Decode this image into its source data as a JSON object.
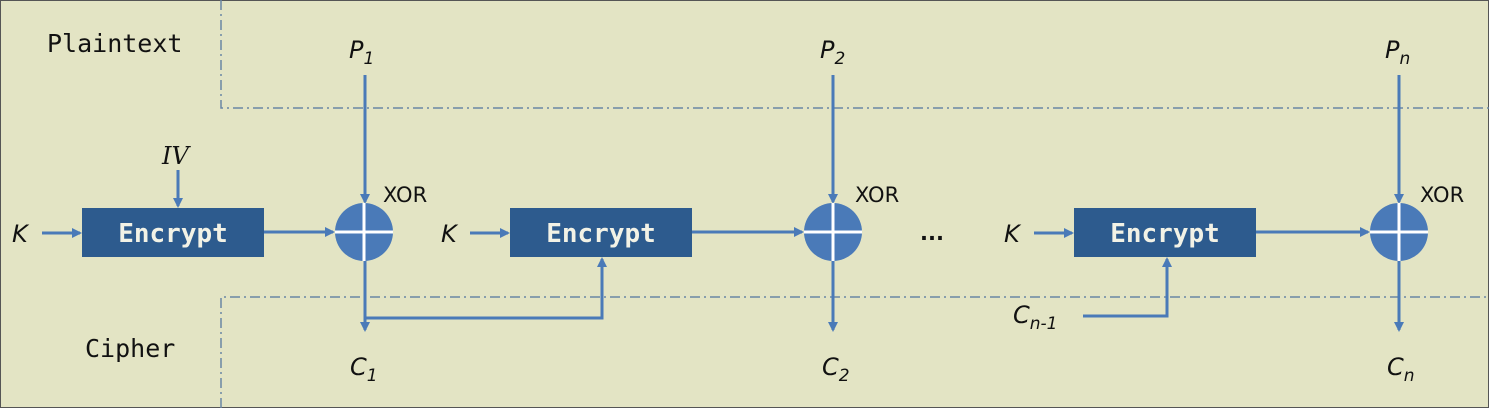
{
  "regions": {
    "plaintext": "Plaintext",
    "cipher": "Cipher"
  },
  "block_label": "Encrypt",
  "xor_label": "XOR",
  "key_label": "K",
  "iv_label": "IV",
  "ellipsis": "...",
  "plaintexts": [
    {
      "base": "P",
      "sub": "1"
    },
    {
      "base": "P",
      "sub": "2"
    },
    {
      "base": "P",
      "sub": "n"
    }
  ],
  "ciphers": [
    {
      "base": "C",
      "sub": "1"
    },
    {
      "base": "C",
      "sub": "2"
    },
    {
      "base": "C",
      "sub": "n"
    }
  ],
  "prev_cipher": {
    "base": "C",
    "sub": "n-1"
  },
  "colors": {
    "background": "#e3e4c4",
    "block": "#2d5b8e",
    "arrow": "#4a7ab8"
  }
}
